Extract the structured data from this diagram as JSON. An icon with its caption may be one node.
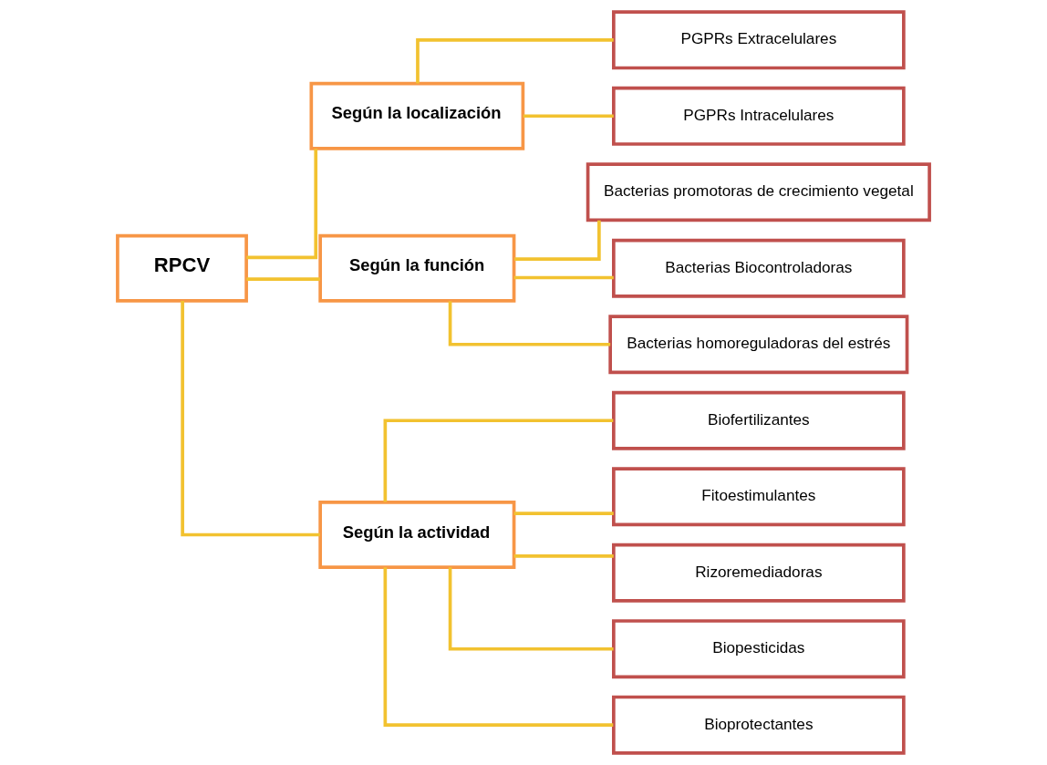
{
  "diagram": {
    "nodes": [
      {
        "text": [
          "RPCV"
        ]
      },
      {
        "text": [
          "Según la localización"
        ]
      },
      {
        "text": [
          "Según la función"
        ]
      },
      {
        "text": [
          "Según la actividad"
        ]
      },
      {
        "text": [
          "PGPRs Extracelulares"
        ]
      },
      {
        "text": [
          "PGPRs Intracelulares"
        ]
      },
      {
        "text": [
          "Bacterias promotoras de crecimiento vegetal"
        ]
      },
      {
        "text": [
          "Bacterias Biocontroladoras"
        ]
      },
      {
        "text": [
          "Bacterias homoreguladoras del estrés"
        ]
      },
      {
        "text": [
          "Biofertilizantes"
        ]
      },
      {
        "text": [
          "Fitoestimulantes"
        ]
      },
      {
        "text": [
          "Rizoremediadoras"
        ]
      },
      {
        "text": [
          "Biopesticidas"
        ]
      },
      {
        "text": [
          "Bioprotectantes"
        ]
      }
    ],
    "edges": [
      {
        "from": 0,
        "to": 1,
        "arrow": "none"
      },
      {
        "from": 0,
        "to": 2,
        "arrow": "none"
      },
      {
        "from": 0,
        "to": 3,
        "arrow": "none"
      },
      {
        "from": 1,
        "to": 4,
        "arrow": "none"
      },
      {
        "from": 1,
        "to": 5,
        "arrow": "none"
      },
      {
        "from": 2,
        "to": 6,
        "arrow": "none"
      },
      {
        "from": 2,
        "to": 7,
        "arrow": "none"
      },
      {
        "from": 2,
        "to": 8,
        "arrow": "none"
      },
      {
        "from": 3,
        "to": 9,
        "arrow": "none"
      },
      {
        "from": 3,
        "to": 10,
        "arrow": "none"
      },
      {
        "from": 3,
        "to": 11,
        "arrow": "none"
      },
      {
        "from": 3,
        "to": 12,
        "arrow": "none"
      },
      {
        "from": 3,
        "to": 13,
        "arrow": "none"
      }
    ]
  }
}
